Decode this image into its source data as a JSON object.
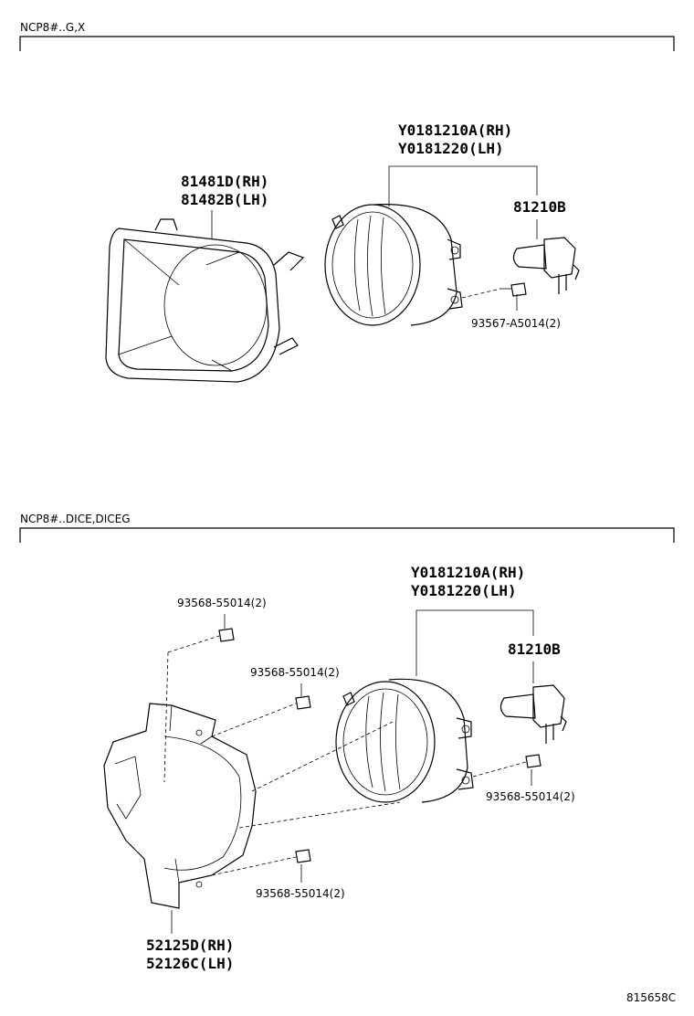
{
  "sections": [
    {
      "label": "NCP8#..G,X",
      "callouts": {
        "lamp": [
          "Y0181210A(RH)",
          "Y0181220(LH)"
        ],
        "bezel": [
          "81481D(RH)",
          "81482B(LH)"
        ],
        "bulb": "81210B",
        "screw": "93567-A5014(2)"
      }
    },
    {
      "label": "NCP8#..DICE,DICEG",
      "callouts": {
        "lamp": [
          "Y0181210A(RH)",
          "Y0181220(LH)"
        ],
        "bulb": "81210B",
        "screw_top": "93568-55014(2)",
        "screw_mid": "93568-55014(2)",
        "screw_right": "93568-55014(2)",
        "screw_bottom": "93568-55014(2)",
        "bracket": [
          "52125D(RH)",
          "52126C(LH)"
        ]
      }
    }
  ],
  "diagram_ref": "815658C"
}
